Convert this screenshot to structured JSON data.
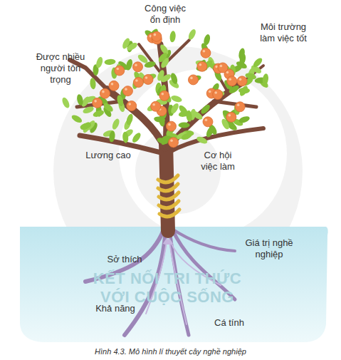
{
  "diagram": {
    "caption": "Hình 4.3. Mô hình lí thuyết cây nghề nghiệp",
    "labels": [
      "Công việc ổn định",
      "Môi trường làm việc tốt",
      "Được nhiều người tôn trọng",
      "Lương cao",
      "Cơ hội việc làm",
      "Giá trị nghề nghiệp",
      "Sở thích",
      "Khả năng",
      "Cá tính",
      "KẾT NỐI TRI THỨC VỚI CUỘC SỐNG"
    ]
  }
}
